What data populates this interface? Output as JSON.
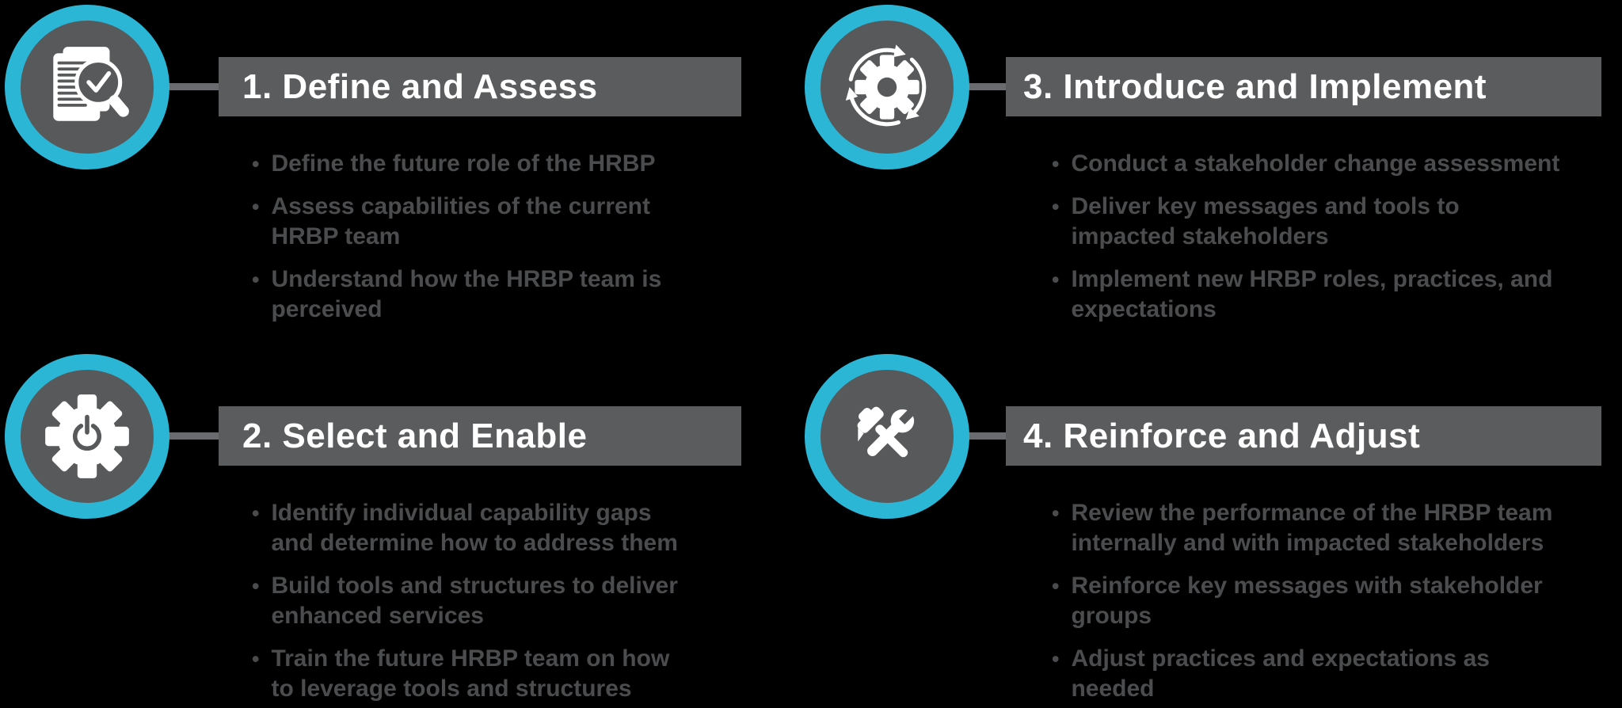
{
  "colors": {
    "background": "#000000",
    "accent_cyan_ring": "#2BB6D6",
    "circle_fill": "#58595B",
    "header_bar": "#5B5C5E",
    "header_text": "#FFFFFF",
    "bullet_text": "#4B4C4E",
    "connector": "#6A6B6E",
    "icon": "#FFFFFF"
  },
  "steps": [
    {
      "title": "1. Define and Assess",
      "icon": "document-check-magnifier-icon",
      "bullets": [
        [
          "Define the future role of the HRBP"
        ],
        [
          "Assess capabilities of the current",
          "HRBP team"
        ],
        [
          "Understand how the HRBP team is",
          "perceived"
        ]
      ]
    },
    {
      "title": "2. Select and Enable",
      "icon": "power-gear-icon",
      "bullets": [
        [
          "Identify individual capability gaps",
          "and determine how to address them"
        ],
        [
          "Build tools and structures to deliver",
          "enhanced services"
        ],
        [
          "Train the future HRBP team on how",
          "to leverage tools and structures"
        ]
      ]
    },
    {
      "title": "3. Introduce and Implement",
      "icon": "sync-cycle-gear-icon",
      "bullets": [
        [
          "Conduct a stakeholder change assessment"
        ],
        [
          "Deliver key messages and tools to",
          "impacted stakeholders"
        ],
        [
          "Implement new HRBP roles, practices, and",
          "expectations"
        ]
      ]
    },
    {
      "title": "4. Reinforce and Adjust",
      "icon": "hammer-wrench-icon",
      "bullets": [
        [
          "Review the performance of the HRBP team",
          "internally and with impacted stakeholders"
        ],
        [
          "Reinforce key messages with stakeholder",
          "groups"
        ],
        [
          "Adjust practices and expectations as",
          "needed"
        ]
      ]
    }
  ]
}
